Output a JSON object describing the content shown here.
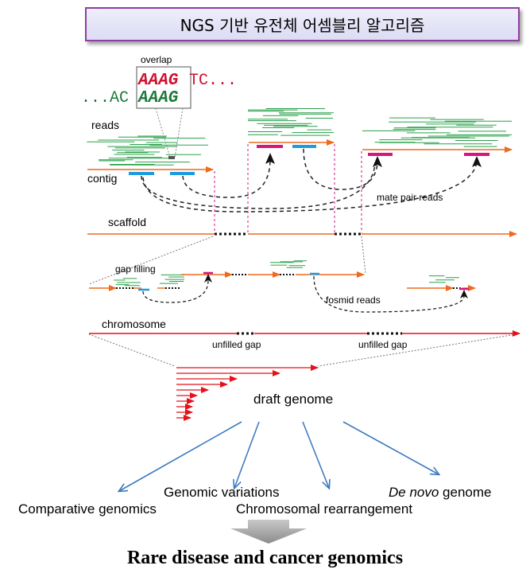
{
  "header": {
    "title": "NGS 기반 유전체 어셈블리 알고리즘"
  },
  "diagram": {
    "overlap_label": "overlap",
    "seq_top_red": "AAAG",
    "seq_top_tail": "TC...",
    "seq_bottom_lead": "...AC",
    "seq_bottom_green": "AAAG",
    "reads_label": "reads",
    "contig_label": "contig",
    "mate_pair_label": "mate pair reads",
    "scaffold_label": "scaffold",
    "gap_filling_label": "gap filling",
    "fosmid_label": "fosmid reads",
    "chromosome_label": "chromosome",
    "unfilled_gap_1": "unfilled gap",
    "unfilled_gap_2": "unfilled gap",
    "draft_genome_label": "draft genome"
  },
  "outcomes": {
    "genomic_variations": "Genomic variations",
    "de_novo_italic": "De novo",
    "de_novo_rest": " genome",
    "comparative_genomics": "Comparative genomics",
    "chromosomal_rearrangement": "Chromosomal rearrangement"
  },
  "footer": {
    "title": "Rare disease and cancer genomics"
  },
  "colors": {
    "orange": "#ee6a1e",
    "red": "#e3121b",
    "green": "#2aa14a",
    "blue": "#1d9be0",
    "magenta": "#d8157c",
    "arrow_blue": "#3f7bbf",
    "title_border": "#8e3fa3"
  }
}
